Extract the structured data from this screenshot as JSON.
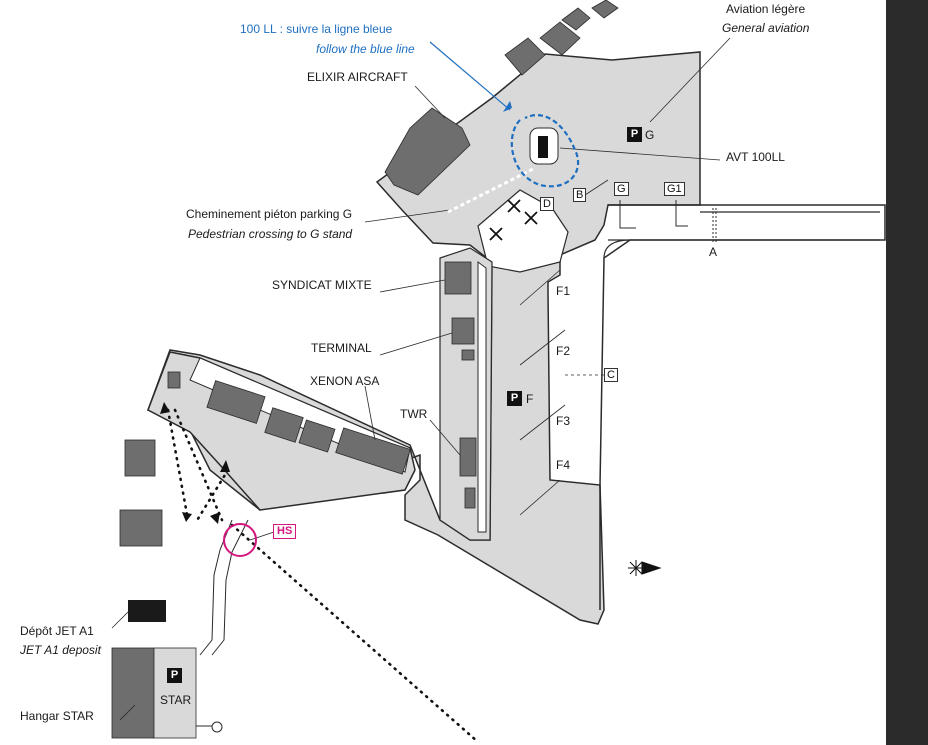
{
  "labels": {
    "fuel_route_fr": "100 LL : suivre la ligne bleue",
    "fuel_route_en": "follow the blue line",
    "elixir": "ELIXIR AIRCRAFT",
    "aviation_fr": "Aviation légère",
    "aviation_en": "General aviation",
    "avt": "AVT 100LL",
    "pedestrian_fr": "Cheminement piéton parking G",
    "pedestrian_en": "Pedestrian crossing to G stand",
    "syndicat": "SYNDICAT MIXTE",
    "terminal": "TERMINAL",
    "xenon": "XENON ASA",
    "twr": "TWR",
    "jet_fr": "Dépôt JET A1",
    "jet_en": "JET A1 deposit",
    "hangar": "Hangar STAR",
    "star": "STAR"
  },
  "parking": {
    "p_symbol": "P",
    "stand_g": "G",
    "stand_f": "F"
  },
  "stands": {
    "f1": "F1",
    "f2": "F2",
    "f3": "F3",
    "f4": "F4"
  },
  "taxiways": {
    "a": "A",
    "b": "B",
    "c": "C",
    "d": "D",
    "g": "G",
    "g1": "G1"
  },
  "hotspot": "HS",
  "colors": {
    "apron": "#d9d9d9",
    "building": "#6e6e6e",
    "fuel_route": "#1f6fc0",
    "hotspot": "#d4177f",
    "deposit": "#1a1a1a"
  }
}
